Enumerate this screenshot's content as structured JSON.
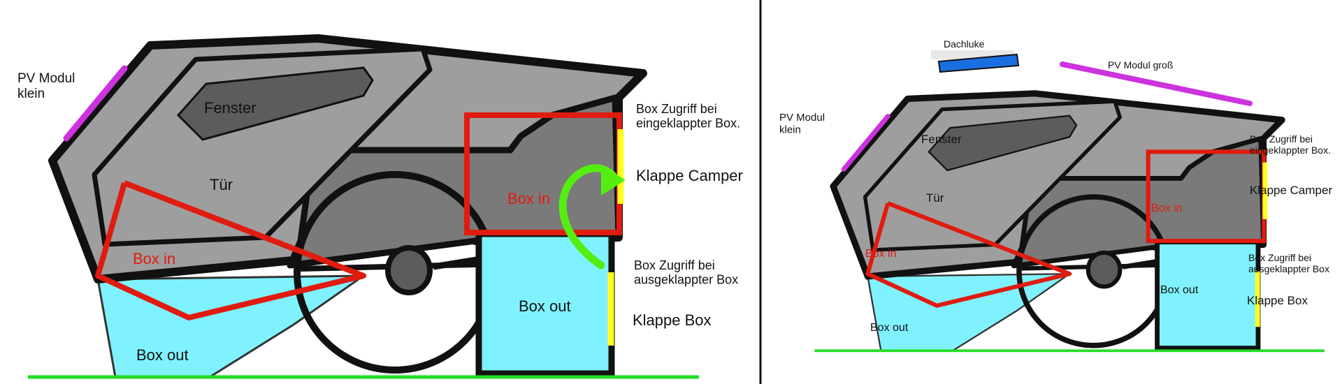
{
  "colors": {
    "background": "#ffffff",
    "body_fill": "#9e9e9e",
    "body_dark": "#7a7a7a",
    "window_fill": "#5c5c5c",
    "outline": "#111111",
    "box_in": "#e01b10",
    "box_out_fill": "#80f2ff",
    "pv_module": "#cc33dd",
    "ground": "#22dd22",
    "hatch": "#ffff22",
    "arrow": "#55ee11",
    "roof_hatch": "#1a6fe0",
    "label_text": "#111111",
    "box_in_text": "#e01b10"
  },
  "icons": [
    "curved-arrow-icon"
  ],
  "left": {
    "pv_module": "PV Modul\nklein",
    "window": "Fenster",
    "door": "Tür",
    "box_in_rear": "Box in",
    "box_in_front": "Box in",
    "box_out_rear": "Box out",
    "box_out_front": "Box out",
    "access_folded": "Box Zugriff bei\neingeklappter Box.",
    "hatch_camper": "Klappe Camper",
    "access_unfolded": "Box Zugriff bei\nausgeklappter Box",
    "hatch_box": "Klappe Box"
  },
  "right": {
    "roof_hatch": "Dachluke",
    "pv_module_large": "PV Modul groß",
    "pv_module": "PV Modul\nklein",
    "window": "Fenster",
    "door": "Tür",
    "box_in_rear": "Box in",
    "box_in_front": "Box in",
    "box_out_rear": "Box out",
    "box_out_front": "Box out",
    "access_folded": "Box Zugriff bei\neingeklappter Box.",
    "hatch_camper": "Klappe Camper",
    "access_unfolded": "Box Zugriff bei\nausgeklappter Box",
    "hatch_box": "Klappe Box"
  }
}
